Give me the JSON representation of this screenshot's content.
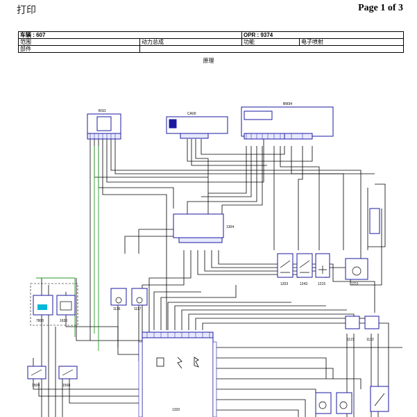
{
  "header": {
    "print_label": "打印",
    "page": "Page 1 of 3"
  },
  "info": {
    "vehicle": "车辆 : 607",
    "opr": "OPR : 9374",
    "scope_label": "范围",
    "scope_value": "动力总成",
    "function_label": "功能",
    "function_value": "电子喷射",
    "part_label": "部件",
    "part_value": ""
  },
  "caption": "原理",
  "components": {
    "bsi": "BSI1",
    "cav": "CA00",
    "bm34": "BM34",
    "relay1304": "1304",
    "c1203": "1203",
    "c1243": "1243",
    "c1215": "1215",
    "c1211": "1211",
    "c1116": "1116",
    "c1117": "1117",
    "c7800": "7800",
    "c1630": "1630",
    "c1121": "1121",
    "c1122": "1122",
    "c1509": "1509",
    "c1508": "1508",
    "ecu1320": "1320"
  },
  "colors": {
    "wire": "#000000",
    "connector": "#1a1aa0",
    "green_wire": "#2a9a2a",
    "cyan": "#00b8d8"
  }
}
